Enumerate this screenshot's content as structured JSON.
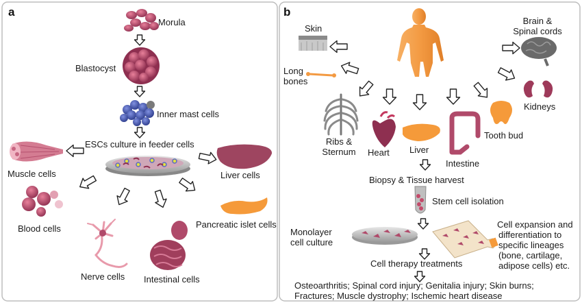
{
  "panel_a": {
    "letter": "a",
    "morula": "Morula",
    "blastocyst": "Blastocyst",
    "inner_mass": "Inner mast cells",
    "esc_culture": "ESCs culture in feeder cells",
    "muscle": "Muscle cells",
    "blood": "Blood cells",
    "nerve": "Nerve cells",
    "intestinal": "Intestinal cells",
    "pancreatic": "Pancreatic islet cells",
    "liver": "Liver cells"
  },
  "panel_b": {
    "letter": "b",
    "skin": "Skin",
    "long_bones": [
      "Long",
      "bones"
    ],
    "ribs": [
      "Ribs &",
      "Sternum"
    ],
    "heart": "Heart",
    "liver": "Liver",
    "intestine": "Intestine",
    "tooth": "Tooth bud",
    "brain": [
      "Brain &",
      "Spinal cords"
    ],
    "kidneys": "Kidneys",
    "biopsy": "Biopsy & Tissue harvest",
    "stem_isolation": "Stem cell isolation",
    "monolayer": [
      "Monolayer",
      "cell culture"
    ],
    "expansion": [
      "Cell expansion and",
      "differentiation to",
      "specific lineages",
      "(bone, cartilage,",
      "adipose cells) etc."
    ],
    "therapy": "Cell therapy treatments",
    "diseases": [
      "Osteoarthritis; Spinal cord injury; Genitalia injury; Skin burns;",
      "Fractures; Muscle dystrophy; Ischemic heart disease"
    ]
  },
  "colors": {
    "frame": "#bdbdbd",
    "arrow_stroke": "#222222",
    "body": "#f5a04a",
    "tissue": "#b04a6a",
    "pancreas": "#f59a3a",
    "blue_cells": "#4a5fb5"
  }
}
